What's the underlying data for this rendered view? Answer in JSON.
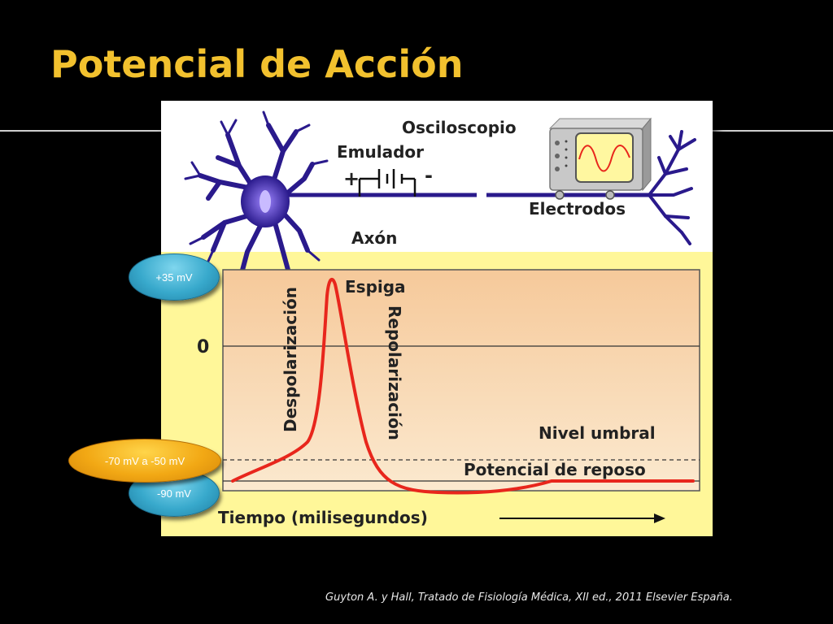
{
  "slide": {
    "title": "Potencial de Acción",
    "citation": "Guyton  A. y Hall, Tratado de Fisiología Médica, XII ed., 2011 Elsevier España."
  },
  "colors": {
    "title": "#f2c12e",
    "neuron": "#2a1a8c",
    "curve": "#e8261c",
    "figure_top_bg": "#ffffff",
    "figure_bottom_bg": "#fff799"
  },
  "diagram": {
    "osciloscopio_label": "Osciloscopio",
    "emulador_label": "Emulador",
    "plus_sign": "+",
    "minus_sign": "-",
    "axon_label": "Axón",
    "electrodos_label": "Electrodos",
    "y_zero_label": "0",
    "espiga_label": "Espiga",
    "despolarizacion_label": "Despolarización",
    "repolarizacion_label": "Repolarización",
    "nivel_umbral_label": "Nivel umbral",
    "potencial_reposo_label": "Potencial de reposo",
    "x_axis_label": "Tiempo (milisegundos)"
  },
  "bubbles": {
    "peak": "+35 mV",
    "threshold": "-70 mV a -50 mV",
    "rest": "-90 mV"
  }
}
